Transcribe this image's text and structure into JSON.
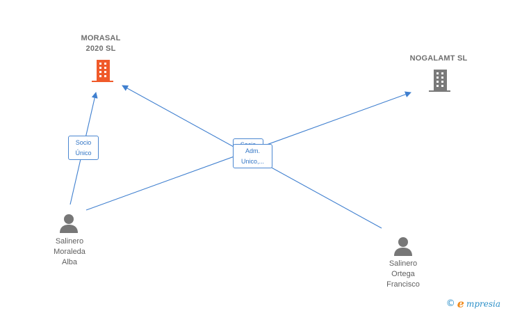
{
  "nodes": {
    "morasal": {
      "line1": "MORASAL",
      "line2": "2020  SL",
      "color": "#f05a2a"
    },
    "nogalamt": {
      "line1": "NOGALAMT SL",
      "color": "#7a7a7a"
    },
    "salinero_moraleda": {
      "line1": "Salinero",
      "line2": "Moraleda",
      "line3": "Alba"
    },
    "salinero_ortega": {
      "line1": "Salinero",
      "line2": "Ortega",
      "line3": "Francisco"
    }
  },
  "edge_tags": {
    "socio_unico": {
      "line1": "Socio",
      "line2": "Único"
    },
    "hidden_tag": {
      "line1": "Socio"
    },
    "adm_unico": {
      "line1": "Adm.",
      "line2": "Unico,..."
    }
  },
  "watermark": {
    "copyright": "©",
    "brand_initial": "e",
    "brand_rest": "mpresia"
  },
  "colors": {
    "edge": "#3f7fcf",
    "person": "#777777",
    "company_highlight": "#f05a2a",
    "company_default": "#7a7a7a"
  }
}
